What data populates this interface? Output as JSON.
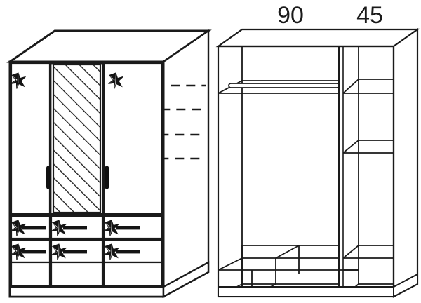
{
  "document": {
    "type": "technical-line-drawing",
    "subject": "3-door wardrobe with 6 drawers",
    "background_color": "#ffffff",
    "line_color": "#1a1a1a",
    "views": [
      "exterior-perspective",
      "interior-perspective"
    ]
  },
  "dimensions": {
    "left_label": "90",
    "right_label": "45",
    "unit_note": ""
  },
  "left_view": {
    "name": "exterior-front-perspective",
    "doors": [
      {
        "id": "door-left",
        "handle": "star-knob",
        "surface": "plain"
      },
      {
        "id": "door-center",
        "handle": "vertical-bar",
        "surface": "mirror-hatched"
      },
      {
        "id": "door-right",
        "handle": "star-knob",
        "surface": "plain"
      }
    ],
    "drawers": [
      {
        "id": "drawer-r1c1",
        "handle": "star-bar"
      },
      {
        "id": "drawer-r1c2",
        "handle": "star-bar"
      },
      {
        "id": "drawer-r1c3",
        "handle": "star-bar"
      },
      {
        "id": "drawer-r2c1",
        "handle": "star-bar"
      },
      {
        "id": "drawer-r2c2",
        "handle": "star-bar"
      },
      {
        "id": "drawer-r2c3",
        "handle": "star-bar"
      }
    ],
    "hidden_shelves": 2,
    "plinth": "base-rail"
  },
  "right_view": {
    "name": "interior-perspective",
    "hanging_rail": {
      "id": "clothes-rail",
      "position": "upper-left-section"
    },
    "left_section": {
      "label_width": "90",
      "top_shelf": 1,
      "hanging_space": 1,
      "bottom_compartments": 2
    },
    "right_section": {
      "label_width": "45",
      "shelves": 3,
      "bottom_compartments": 1
    }
  },
  "colors": {
    "stroke": "#1a1a1a",
    "stroke_light": "#333333",
    "fill": "#ffffff",
    "handle": "#111111"
  }
}
